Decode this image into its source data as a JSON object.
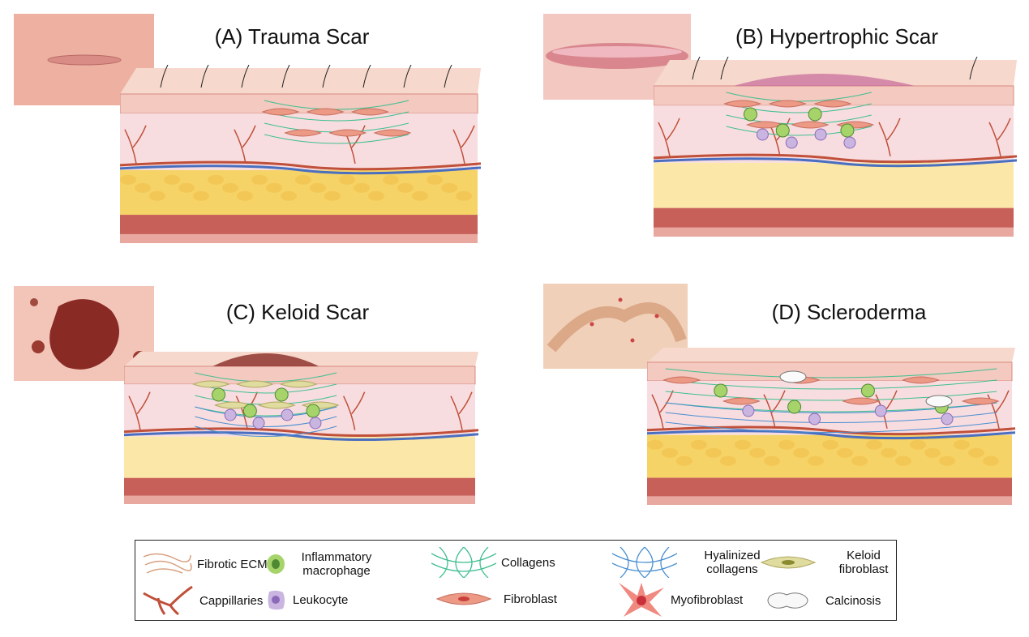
{
  "panels": [
    {
      "id": "A",
      "title": "(A) Trauma Scar"
    },
    {
      "id": "B",
      "title": "(B) Hypertrophic Scar"
    },
    {
      "id": "C",
      "title": "(C) Keloid Scar"
    },
    {
      "id": "D",
      "title": "(D) Scleroderma"
    }
  ],
  "legend": {
    "fibrotic_ecm": "Fibrotic ECM",
    "macrophage": "Inflammatory macrophage",
    "collagens": "Collagens",
    "hyalinized": "Hyalinized collagens",
    "keloid_fibroblast": "Keloid fibroblast",
    "capillaries": "Cappillaries",
    "leukocyte": "Leukocyte",
    "fibroblast": "Fibroblast",
    "myofibroblast": "Myofibroblast",
    "calcinosis": "Calcinosis"
  },
  "colors": {
    "epidermis": "#f3c9c0",
    "dermis": "#f8dde0",
    "fat": "#f6d366",
    "muscle": "#c8605a",
    "collagen": "#3fbf8f",
    "hyalinized": "#4a8fd0",
    "vessel_red": "#c0503a",
    "vessel_blue": "#4a6fc0"
  }
}
